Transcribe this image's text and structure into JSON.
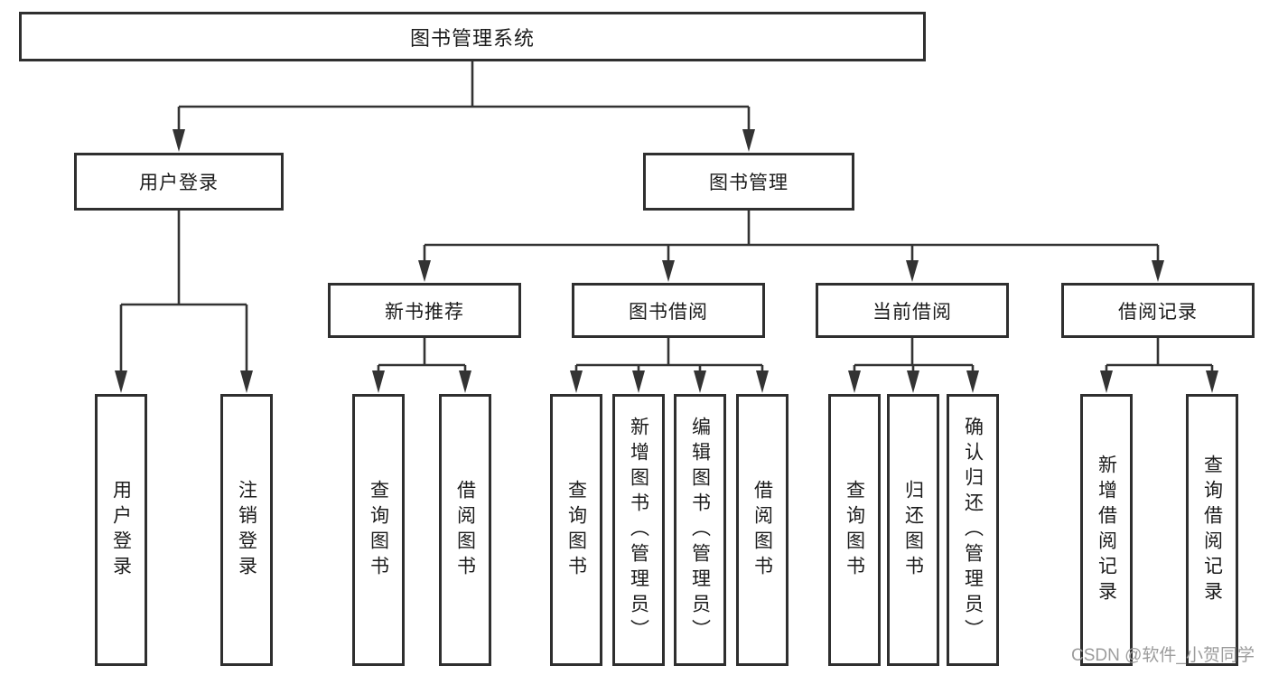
{
  "root": {
    "label": "图书管理系统"
  },
  "branches": [
    {
      "label": "用户登录",
      "leaves": [
        {
          "label": "用户登录"
        },
        {
          "label": "注销登录"
        }
      ]
    },
    {
      "label": "图书管理",
      "sections": [
        {
          "label": "新书推荐",
          "leaves": [
            {
              "label": "查询图书"
            },
            {
              "label": "借阅图书"
            }
          ]
        },
        {
          "label": "图书借阅",
          "leaves": [
            {
              "label": "查询图书"
            },
            {
              "label": "新增图书（管理员）"
            },
            {
              "label": "编辑图书（管理员）"
            },
            {
              "label": "借阅图书"
            }
          ]
        },
        {
          "label": "当前借阅",
          "leaves": [
            {
              "label": "查询图书"
            },
            {
              "label": "归还图书"
            },
            {
              "label": "确认归还（管理员）"
            }
          ]
        },
        {
          "label": "借阅记录",
          "leaves": [
            {
              "label": "新增借阅记录"
            },
            {
              "label": "查询借阅记录"
            }
          ]
        }
      ]
    }
  ],
  "watermark": {
    "text": "CSDN @软件_小贺同学"
  },
  "colors": {
    "box_border": "#2f2f2f",
    "connector": "#333333",
    "text": "#1c1c1c",
    "background": "#ffffff",
    "watermark": "#9c9c9c"
  }
}
